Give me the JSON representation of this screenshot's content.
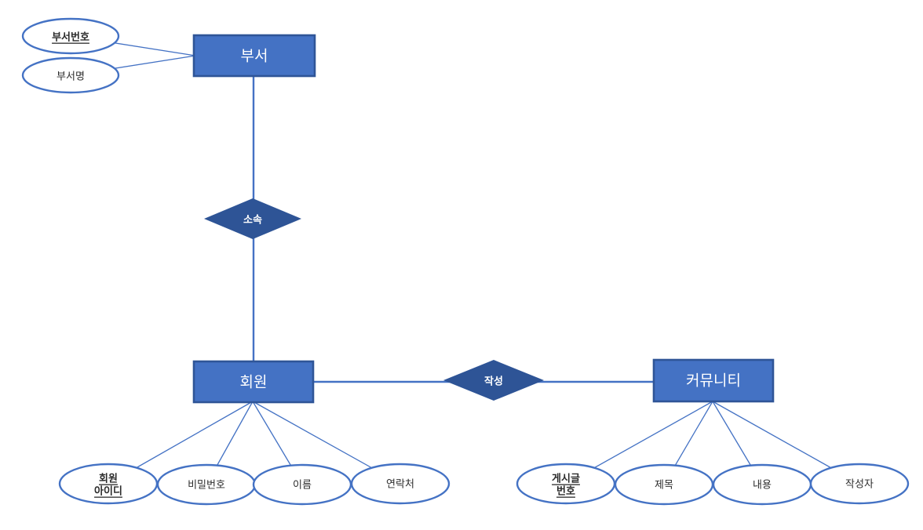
{
  "diagram": {
    "entities": {
      "department": {
        "label": "부서"
      },
      "member": {
        "label": "회원"
      },
      "community": {
        "label": "커뮤니티"
      }
    },
    "relationships": {
      "belongs_to": {
        "label": "소속"
      },
      "writes": {
        "label": "작성"
      }
    },
    "attributes": {
      "dept_no": {
        "label": "부서번호",
        "primary_key": true,
        "owner": "department"
      },
      "dept_name": {
        "label": "부서명",
        "primary_key": false,
        "owner": "department"
      },
      "member_id": {
        "label": "회원 아이디",
        "line1": "회원",
        "line2": "아이디",
        "primary_key": true,
        "owner": "member"
      },
      "password": {
        "label": "비밀번호",
        "primary_key": false,
        "owner": "member"
      },
      "name": {
        "label": "이름",
        "primary_key": false,
        "owner": "member"
      },
      "contact": {
        "label": "연락처",
        "primary_key": false,
        "owner": "member"
      },
      "post_no": {
        "label": "게시글 번호",
        "line1": "게시글",
        "line2": "번호",
        "primary_key": true,
        "owner": "community"
      },
      "title": {
        "label": "제목",
        "primary_key": false,
        "owner": "community"
      },
      "content": {
        "label": "내용",
        "primary_key": false,
        "owner": "community"
      },
      "author": {
        "label": "작성자",
        "primary_key": false,
        "owner": "community"
      }
    }
  },
  "colors": {
    "entity_fill": "#4472C4",
    "entity_border": "#2F5597",
    "relationship_fill": "#2E5496",
    "attribute_fill": "#FFFFFF",
    "attribute_border": "#4472C4",
    "connector_line": "#4472C4",
    "label_on_fill": "#FFFFFF",
    "label_on_white": "#2B2B2B",
    "page_background": "#FFFFFF"
  }
}
